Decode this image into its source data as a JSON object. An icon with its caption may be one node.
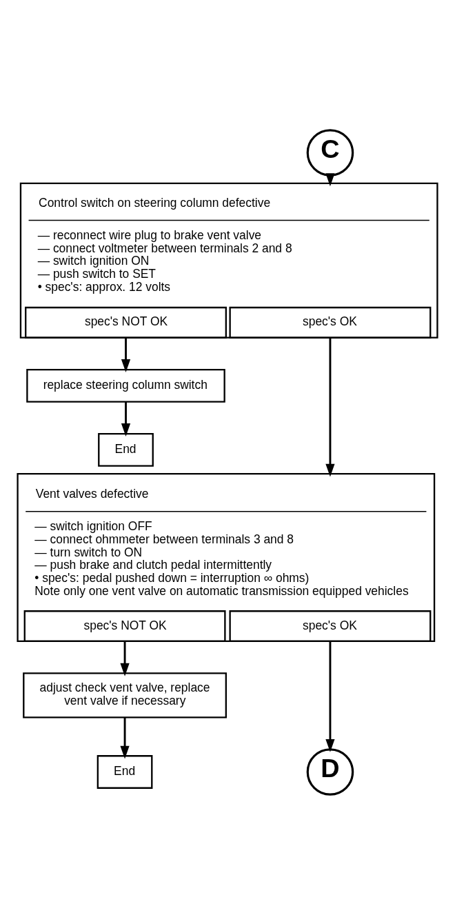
{
  "diagram": {
    "nodes": [
      {
        "text": [
          "C"
        ]
      },
      {
        "text": [
          "Control switch on steering column defective",
          "— reconnect wire plug to brake vent valve",
          "— connect voltmeter between terminals 2 and 8",
          "— switch ignition ON",
          "— push switch to SET",
          "• spec's: approx. 12 volts"
        ]
      },
      {
        "text": [
          "spec's NOT OK"
        ],
        "in": 1
      },
      {
        "text": [
          "spec's OK"
        ],
        "in": 1
      },
      {
        "text": [
          "replace steering column switch"
        ]
      },
      {
        "text": [
          "End"
        ]
      },
      {
        "text": [
          "Vent valves defective",
          "— switch ignition OFF",
          "— connect ohmmeter between terminals 3 and 8",
          "— turn switch to ON",
          "— push brake and clutch pedal intermittently",
          "• spec's: pedal pushed down = interruption ∞ ohms)",
          "Note only one vent valve on automatic transmission equipped vehicles"
        ]
      },
      {
        "text": [
          "spec's NOT OK"
        ],
        "in": 6
      },
      {
        "text": [
          "spec's OK"
        ],
        "in": 6
      },
      {
        "text": [
          "adjust check vent valve, replace vent valve if necessary"
        ]
      },
      {
        "text": [
          "End"
        ]
      },
      {
        "text": [
          "D"
        ]
      }
    ],
    "edges": [
      {
        "from": 0,
        "to": 1,
        "arrow": "to"
      },
      {
        "from": 2,
        "to": 4,
        "arrow": "to"
      },
      {
        "from": 4,
        "to": 5,
        "arrow": "to"
      },
      {
        "from": 3,
        "to": 6,
        "arrow": "to"
      },
      {
        "from": 7,
        "to": 9,
        "arrow": "to"
      },
      {
        "from": 9,
        "to": 10,
        "arrow": "to"
      },
      {
        "from": 8,
        "to": 11,
        "arrow": "to"
      }
    ]
  }
}
